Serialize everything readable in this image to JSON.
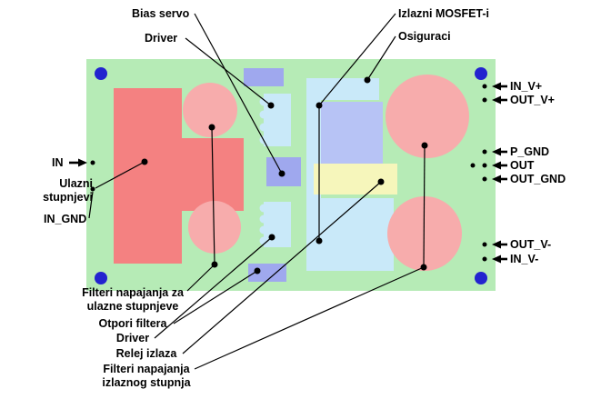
{
  "colors": {
    "board": "#b6ebb6",
    "hole": "#2323cf",
    "input_stage": "#f48181",
    "capacitor": "#f7acac",
    "light_blue": "#c9e9f9",
    "periwinkle": "#9fa8ee",
    "lavender": "#b7c3f5",
    "relay_yellow": "#f6f6bb",
    "line": "#000000"
  },
  "labels": {
    "bias_servo": "Bias servo",
    "driver_top": "Driver",
    "izlazni_mosfeti": "Izlazni MOSFET-i",
    "osiguraci": "Osiguraci",
    "in": "IN",
    "ulazni_1": "Ulazni",
    "ulazni_2": "stupnjevi",
    "in_gnd": "IN_GND",
    "in_v_plus": "IN_V+",
    "out_v_plus": "OUT_V+",
    "p_gnd": "P_GND",
    "out": "OUT",
    "out_gnd": "OUT_GND",
    "out_v_minus": "OUT_V-",
    "in_v_minus": "IN_V-",
    "filteri_ulazni_1": "Filteri napajanja za",
    "filteri_ulazni_2": "ulazne stupnjeve",
    "otpori_filtera": "Otpori filtera",
    "driver_bottom": "Driver",
    "relej_izlaza": "Relej izlaza",
    "filteri_izlazni_1": "Filteri napajanja",
    "filteri_izlazni_2": "izlaznog stupnja"
  }
}
